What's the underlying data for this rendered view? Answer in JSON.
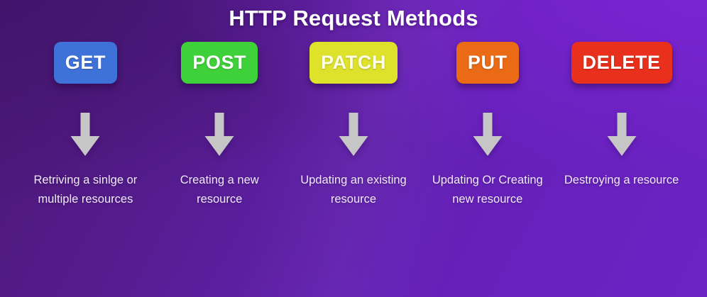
{
  "header": {
    "title": "HTTP Request Methods"
  },
  "theme": {
    "background_top_left": "#4a1772",
    "background_top_right": "#6c23c6",
    "background_bottom_left": "#571d94",
    "title_color": "#ffffff",
    "caption_color": "#f1e9fb",
    "arrow_color": "#c6c6c6"
  },
  "methods": [
    {
      "name": "GET",
      "badge_color": "#3f72d8",
      "badge_text_color": "#ffffff",
      "arrow_icon": "arrow-down-icon",
      "description": "Retriving a sinlge or multiple resources"
    },
    {
      "name": "POST",
      "badge_color": "#3fd13a",
      "badge_text_color": "#ffffff",
      "arrow_icon": "arrow-down-icon",
      "description": "Creating a new resource"
    },
    {
      "name": "PATCH",
      "badge_color": "#dee22a",
      "badge_text_color": "#fdfde8",
      "arrow_icon": "arrow-down-icon",
      "description": "Updating an existing resource"
    },
    {
      "name": "PUT",
      "badge_color": "#ea6a16",
      "badge_text_color": "#ffffff",
      "arrow_icon": "arrow-down-icon",
      "description": "Updating Or Creating new resource"
    },
    {
      "name": "DELETE",
      "badge_color": "#e8301d",
      "badge_text_color": "#ffffff",
      "arrow_icon": "arrow-down-icon",
      "description": "Destroying a resource"
    }
  ]
}
